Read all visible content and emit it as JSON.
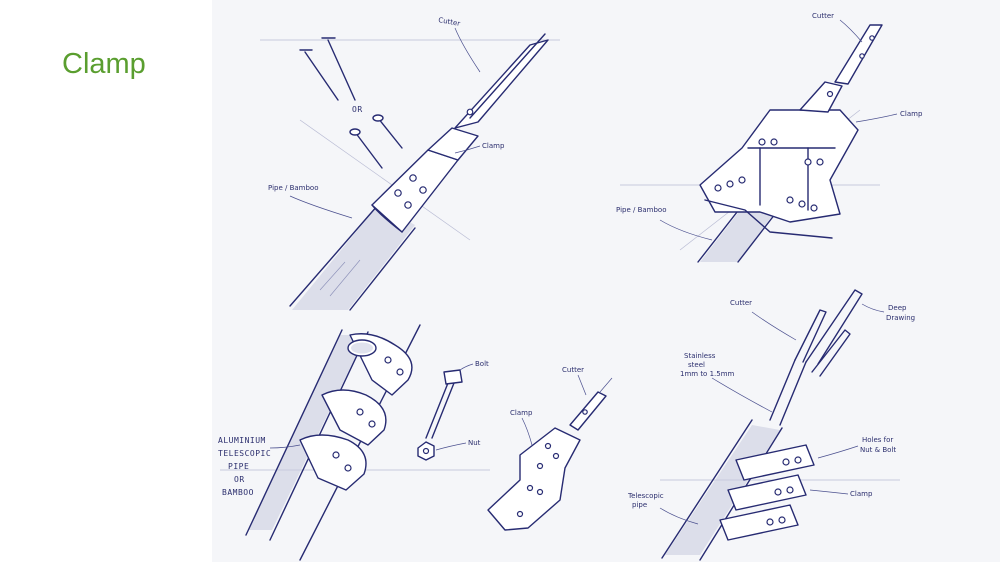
{
  "page": {
    "title": "Clamp"
  },
  "sketch1": {
    "label_cutter": "Cutter",
    "label_or": "OR",
    "label_clamp": "Clamp",
    "label_pipe": "Pipe / Bamboo"
  },
  "sketch2": {
    "label_cutter": "Cutter",
    "label_clamp": "Clamp",
    "label_pipe": "Pipe / Bamboo"
  },
  "sketch3": {
    "label_bolt": "Bolt",
    "label_nut": "Nut",
    "label_aluminium": "ALUMINIUM",
    "label_telescopic": "TELESCOPIC",
    "label_pipe": "PIPE",
    "label_or": "OR",
    "label_bamboo": "BAMBOO"
  },
  "sketch4": {
    "label_clamp": "Clamp",
    "label_cutter": "Cutter"
  },
  "sketch5": {
    "label_cutter": "Cutter",
    "label_deep_1": "Deep",
    "label_deep_2": "Drawing",
    "label_stainless_1": "Stainless",
    "label_stainless_2": "steel",
    "label_stainless_3": "1mm to 1.5mm",
    "label_holes_1": "Holes for",
    "label_holes_2": "Nut & Bolt",
    "label_clamp": "Clamp",
    "label_tele_1": "Telescopic",
    "label_tele_2": "pipe"
  },
  "colors": {
    "title": "#5a9e2f",
    "ink": "#272b72",
    "paper": "#f5f6f9"
  }
}
